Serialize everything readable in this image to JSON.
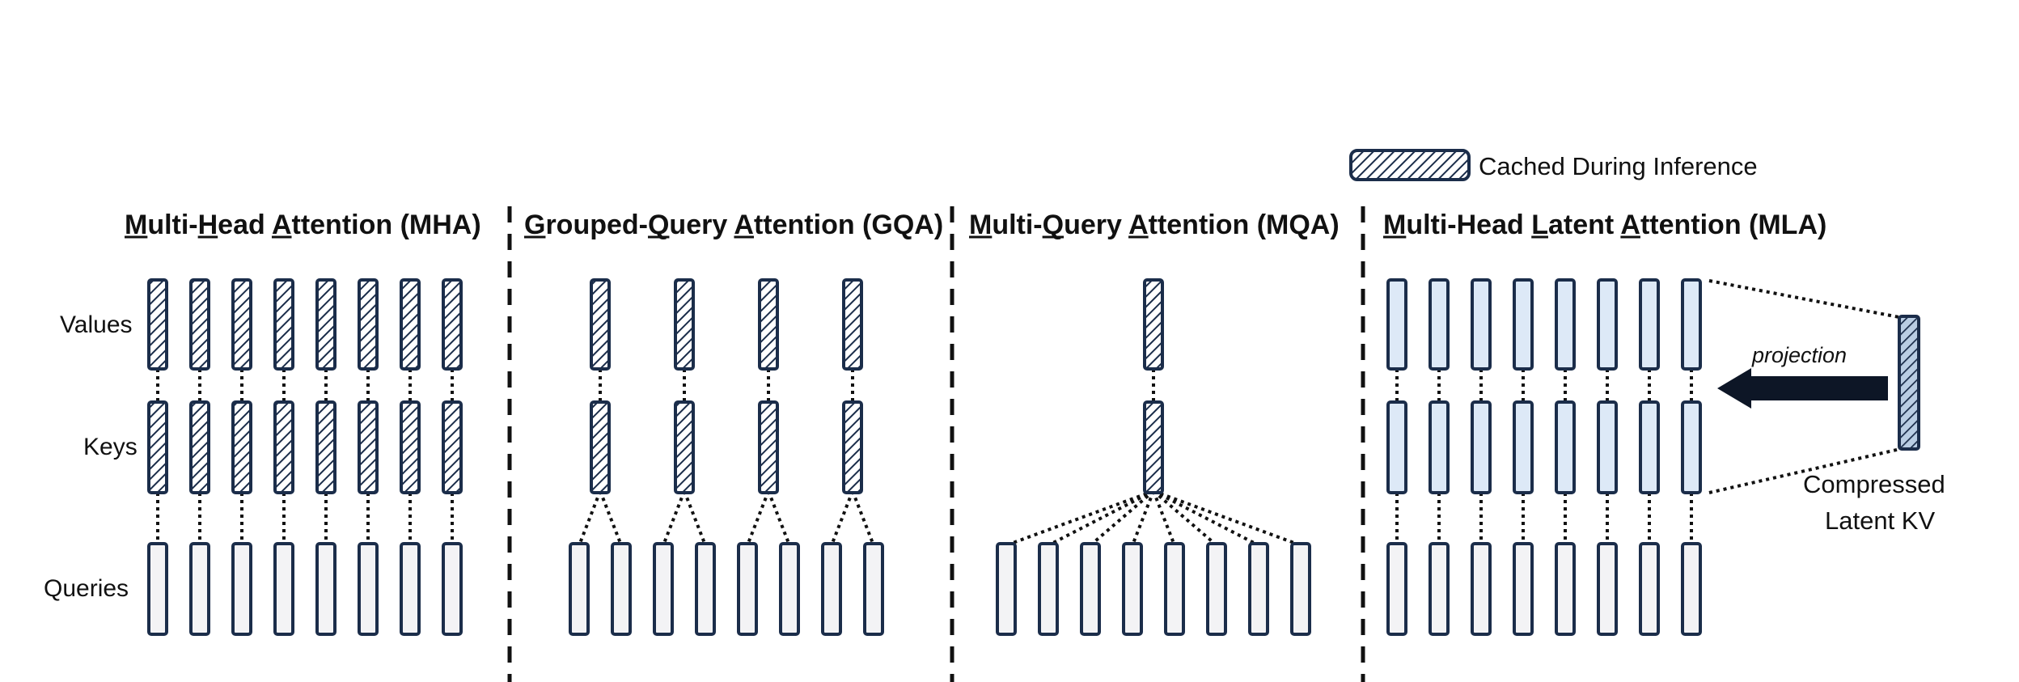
{
  "legend": {
    "label": "Cached During Inference"
  },
  "row_labels": {
    "values": "Values",
    "keys": "Keys",
    "queries": "Queries"
  },
  "panels": [
    {
      "id": "mha",
      "title": "Multi-Head Attention (MHA)",
      "underline": [
        "M",
        "H",
        "A"
      ],
      "query_heads": 8,
      "kv_heads": 8,
      "kv_cached": true
    },
    {
      "id": "gqa",
      "title": "Grouped-Query Attention (GQA)",
      "underline": [
        "G",
        "Q",
        "A"
      ],
      "query_heads": 8,
      "kv_heads": 4,
      "kv_cached": true
    },
    {
      "id": "mqa",
      "title": "Multi-Query Attention (MQA)",
      "underline": [
        "M",
        "Q",
        "A"
      ],
      "query_heads": 8,
      "kv_heads": 1,
      "kv_cached": true
    },
    {
      "id": "mla",
      "title": "Multi-Head Latent Attention (MLA)",
      "underline": [
        "M",
        "L",
        "A"
      ],
      "query_heads": 8,
      "kv_heads": 8,
      "kv_cached": false
    }
  ],
  "mla": {
    "projection_label": "projection",
    "latent_caption_line1": "Compressed",
    "latent_caption_line2": "Latent KV"
  },
  "colors": {
    "outline": "#1b2d4a",
    "query_fill": "#f3f3f5",
    "kv_fill": "#dde9f7",
    "hatch_bg": "#ffffff",
    "hatch_line": "#1b2d4a",
    "latent_hatch_bg": "#b9cde3",
    "arrow": "#0d1626"
  }
}
